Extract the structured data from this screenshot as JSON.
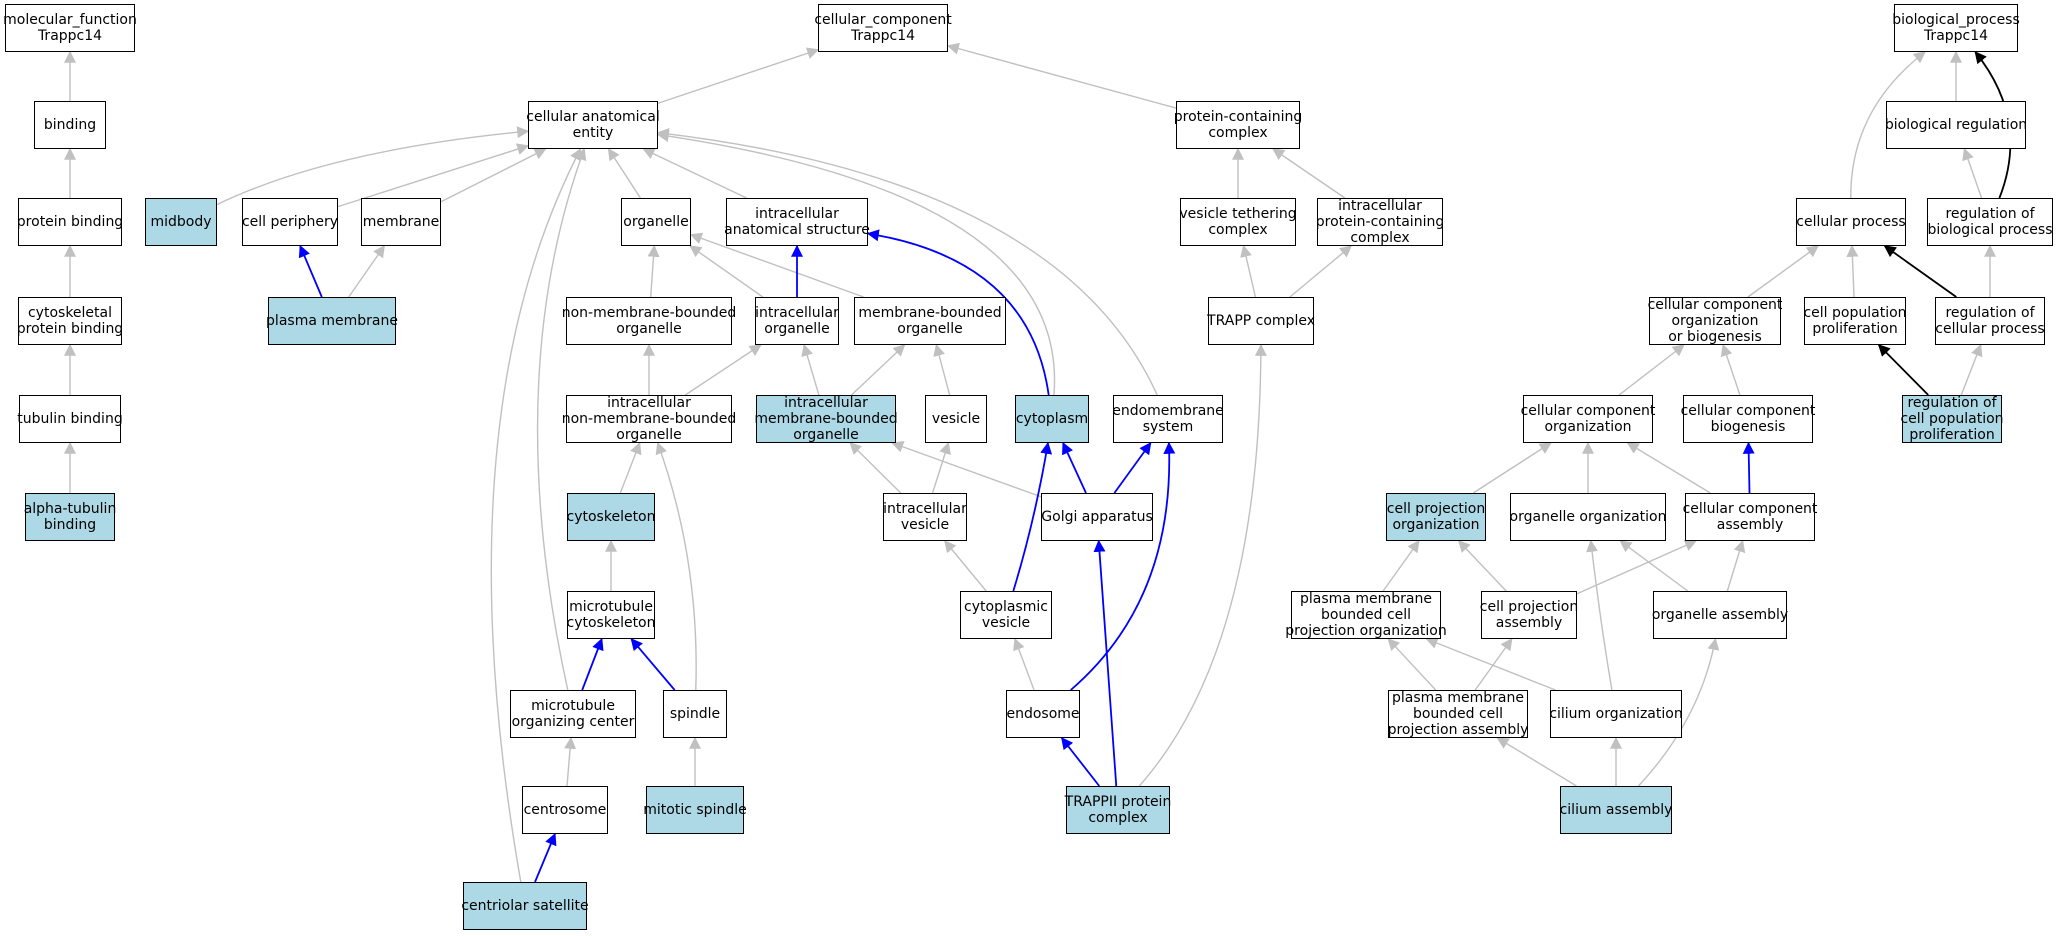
{
  "nodes": [
    {
      "id": "mf",
      "lines": [
        "molecular_function",
        "Trappc14"
      ],
      "hl": false
    },
    {
      "id": "binding",
      "lines": [
        "binding"
      ],
      "hl": false
    },
    {
      "id": "protein_binding",
      "lines": [
        "protein binding"
      ],
      "hl": false
    },
    {
      "id": "cytoskeletal_protein_binding",
      "lines": [
        "cytoskeletal",
        "protein binding"
      ],
      "hl": false
    },
    {
      "id": "tubulin_binding",
      "lines": [
        "tubulin binding"
      ],
      "hl": false
    },
    {
      "id": "alpha_tubulin_binding",
      "lines": [
        "alpha-tubulin",
        "binding"
      ],
      "hl": true
    },
    {
      "id": "cc",
      "lines": [
        "cellular_component",
        "Trappc14"
      ],
      "hl": false
    },
    {
      "id": "cellular_anatomical_entity",
      "lines": [
        "cellular anatomical",
        "entity"
      ],
      "hl": false
    },
    {
      "id": "midbody",
      "lines": [
        "midbody"
      ],
      "hl": true
    },
    {
      "id": "cell_periphery",
      "lines": [
        "cell periphery"
      ],
      "hl": false
    },
    {
      "id": "membrane",
      "lines": [
        "membrane"
      ],
      "hl": false
    },
    {
      "id": "plasma_membrane",
      "lines": [
        "plasma membrane"
      ],
      "hl": true
    },
    {
      "id": "organelle",
      "lines": [
        "organelle"
      ],
      "hl": false
    },
    {
      "id": "intracellular_anatomical_structure",
      "lines": [
        "intracellular",
        "anatomical structure"
      ],
      "hl": false
    },
    {
      "id": "non_membrane_bounded_organelle",
      "lines": [
        "non-membrane-bounded",
        "organelle"
      ],
      "hl": false
    },
    {
      "id": "intracellular_organelle",
      "lines": [
        "intracellular",
        "organelle"
      ],
      "hl": false
    },
    {
      "id": "membrane_bounded_organelle",
      "lines": [
        "membrane-bounded",
        "organelle"
      ],
      "hl": false
    },
    {
      "id": "intracellular_nmb_organelle",
      "lines": [
        "intracellular",
        "non-membrane-bounded",
        "organelle"
      ],
      "hl": false
    },
    {
      "id": "intracellular_mb_organelle",
      "lines": [
        "intracellular",
        "membrane-bounded",
        "organelle"
      ],
      "hl": true
    },
    {
      "id": "vesicle",
      "lines": [
        "vesicle"
      ],
      "hl": false
    },
    {
      "id": "cytoplasm",
      "lines": [
        "cytoplasm"
      ],
      "hl": true
    },
    {
      "id": "endomembrane_system",
      "lines": [
        "endomembrane",
        "system"
      ],
      "hl": false
    },
    {
      "id": "cytoskeleton",
      "lines": [
        "cytoskeleton"
      ],
      "hl": true
    },
    {
      "id": "intracellular_vesicle",
      "lines": [
        "intracellular",
        "vesicle"
      ],
      "hl": false
    },
    {
      "id": "golgi_apparatus",
      "lines": [
        "Golgi apparatus"
      ],
      "hl": false
    },
    {
      "id": "microtubule_cytoskeleton",
      "lines": [
        "microtubule",
        "cytoskeleton"
      ],
      "hl": false
    },
    {
      "id": "cytoplasmic_vesicle",
      "lines": [
        "cytoplasmic",
        "vesicle"
      ],
      "hl": false
    },
    {
      "id": "microtubule_organizing_center",
      "lines": [
        "microtubule",
        "organizing center"
      ],
      "hl": false
    },
    {
      "id": "spindle",
      "lines": [
        "spindle"
      ],
      "hl": false
    },
    {
      "id": "endosome",
      "lines": [
        "endosome"
      ],
      "hl": false
    },
    {
      "id": "centrosome",
      "lines": [
        "centrosome"
      ],
      "hl": false
    },
    {
      "id": "mitotic_spindle",
      "lines": [
        "mitotic spindle"
      ],
      "hl": true
    },
    {
      "id": "trappii_protein_complex",
      "lines": [
        "TRAPPII protein",
        "complex"
      ],
      "hl": true
    },
    {
      "id": "centriolar_satellite",
      "lines": [
        "centriolar satellite"
      ],
      "hl": true
    },
    {
      "id": "protein_containing_complex",
      "lines": [
        "protein-containing",
        "complex"
      ],
      "hl": false
    },
    {
      "id": "vesicle_tethering_complex",
      "lines": [
        "vesicle tethering",
        "complex"
      ],
      "hl": false
    },
    {
      "id": "intracellular_pc_complex",
      "lines": [
        "intracellular",
        "protein-containing",
        "complex"
      ],
      "hl": false
    },
    {
      "id": "trapp_complex",
      "lines": [
        "TRAPP complex"
      ],
      "hl": false
    },
    {
      "id": "bp",
      "lines": [
        "biological_process",
        "Trappc14"
      ],
      "hl": false
    },
    {
      "id": "biological_regulation",
      "lines": [
        "biological regulation"
      ],
      "hl": false
    },
    {
      "id": "cellular_process",
      "lines": [
        "cellular process"
      ],
      "hl": false
    },
    {
      "id": "regulation_of_biological_process",
      "lines": [
        "regulation of",
        "biological process"
      ],
      "hl": false
    },
    {
      "id": "cc_org_or_biogenesis",
      "lines": [
        "cellular component",
        "organization",
        "or biogenesis"
      ],
      "hl": false
    },
    {
      "id": "cell_population_proliferation",
      "lines": [
        "cell population",
        "proliferation"
      ],
      "hl": false
    },
    {
      "id": "regulation_of_cellular_process",
      "lines": [
        "regulation of",
        "cellular process"
      ],
      "hl": false
    },
    {
      "id": "cc_organization",
      "lines": [
        "cellular component",
        "organization"
      ],
      "hl": false
    },
    {
      "id": "cc_biogenesis",
      "lines": [
        "cellular component",
        "biogenesis"
      ],
      "hl": false
    },
    {
      "id": "regulation_of_cpp",
      "lines": [
        "regulation of",
        "cell population",
        "proliferation"
      ],
      "hl": true
    },
    {
      "id": "cell_projection_organization",
      "lines": [
        "cell projection",
        "organization"
      ],
      "hl": true
    },
    {
      "id": "organelle_organization",
      "lines": [
        "organelle organization"
      ],
      "hl": false
    },
    {
      "id": "cc_assembly",
      "lines": [
        "cellular component",
        "assembly"
      ],
      "hl": false
    },
    {
      "id": "pm_bounded_cell_projection_organization",
      "lines": [
        "plasma membrane",
        "bounded cell",
        "projection organization"
      ],
      "hl": false
    },
    {
      "id": "cell_projection_assembly",
      "lines": [
        "cell projection",
        "assembly"
      ],
      "hl": false
    },
    {
      "id": "organelle_assembly",
      "lines": [
        "organelle assembly"
      ],
      "hl": false
    },
    {
      "id": "pm_bounded_cell_projection_assembly",
      "lines": [
        "plasma membrane",
        "bounded cell",
        "projection assembly"
      ],
      "hl": false
    },
    {
      "id": "cilium_organization",
      "lines": [
        "cilium organization"
      ],
      "hl": false
    },
    {
      "id": "cilium_assembly",
      "lines": [
        "cilium assembly"
      ],
      "hl": true
    }
  ],
  "edges": [
    {
      "from": "binding",
      "to": "mf",
      "color": "gray"
    },
    {
      "from": "protein_binding",
      "to": "binding",
      "color": "gray"
    },
    {
      "from": "cytoskeletal_protein_binding",
      "to": "protein_binding",
      "color": "gray"
    },
    {
      "from": "tubulin_binding",
      "to": "cytoskeletal_protein_binding",
      "color": "gray"
    },
    {
      "from": "alpha_tubulin_binding",
      "to": "tubulin_binding",
      "color": "gray"
    },
    {
      "from": "cellular_anatomical_entity",
      "to": "cc",
      "color": "gray"
    },
    {
      "from": "protein_containing_complex",
      "to": "cc",
      "color": "gray"
    },
    {
      "from": "midbody",
      "to": "cellular_anatomical_entity",
      "color": "gray"
    },
    {
      "from": "cell_periphery",
      "to": "cellular_anatomical_entity",
      "color": "gray"
    },
    {
      "from": "membrane",
      "to": "cellular_anatomical_entity",
      "color": "gray"
    },
    {
      "from": "organelle",
      "to": "cellular_anatomical_entity",
      "color": "gray"
    },
    {
      "from": "intracellular_anatomical_structure",
      "to": "cellular_anatomical_entity",
      "color": "gray"
    },
    {
      "from": "cytoplasm",
      "to": "cellular_anatomical_entity",
      "color": "gray"
    },
    {
      "from": "endomembrane_system",
      "to": "cellular_anatomical_entity",
      "color": "gray"
    },
    {
      "from": "microtubule_organizing_center",
      "to": "cellular_anatomical_entity",
      "color": "gray"
    },
    {
      "from": "centriolar_satellite",
      "to": "cellular_anatomical_entity",
      "color": "gray"
    },
    {
      "from": "plasma_membrane",
      "to": "cell_periphery",
      "color": "blue"
    },
    {
      "from": "plasma_membrane",
      "to": "membrane",
      "color": "gray"
    },
    {
      "from": "non_membrane_bounded_organelle",
      "to": "organelle",
      "color": "gray"
    },
    {
      "from": "intracellular_organelle",
      "to": "organelle",
      "color": "gray"
    },
    {
      "from": "membrane_bounded_organelle",
      "to": "organelle",
      "color": "gray"
    },
    {
      "from": "intracellular_organelle",
      "to": "intracellular_anatomical_structure",
      "color": "blue"
    },
    {
      "from": "cytoplasm",
      "to": "intracellular_anatomical_structure",
      "color": "blue"
    },
    {
      "from": "intracellular_nmb_organelle",
      "to": "non_membrane_bounded_organelle",
      "color": "gray"
    },
    {
      "from": "intracellular_nmb_organelle",
      "to": "intracellular_organelle",
      "color": "gray"
    },
    {
      "from": "intracellular_mb_organelle",
      "to": "intracellular_organelle",
      "color": "gray"
    },
    {
      "from": "intracellular_mb_organelle",
      "to": "membrane_bounded_organelle",
      "color": "gray"
    },
    {
      "from": "vesicle",
      "to": "membrane_bounded_organelle",
      "color": "gray"
    },
    {
      "from": "cytoskeleton",
      "to": "intracellular_nmb_organelle",
      "color": "gray"
    },
    {
      "from": "spindle",
      "to": "intracellular_nmb_organelle",
      "color": "gray"
    },
    {
      "from": "intracellular_vesicle",
      "to": "intracellular_mb_organelle",
      "color": "gray"
    },
    {
      "from": "golgi_apparatus",
      "to": "intracellular_mb_organelle",
      "color": "gray"
    },
    {
      "from": "intracellular_vesicle",
      "to": "vesicle",
      "color": "gray"
    },
    {
      "from": "golgi_apparatus",
      "to": "cytoplasm",
      "color": "blue"
    },
    {
      "from": "cytoplasmic_vesicle",
      "to": "cytoplasm",
      "color": "blue"
    },
    {
      "from": "golgi_apparatus",
      "to": "endomembrane_system",
      "color": "blue"
    },
    {
      "from": "endosome",
      "to": "endomembrane_system",
      "color": "blue"
    },
    {
      "from": "microtubule_cytoskeleton",
      "to": "cytoskeleton",
      "color": "gray"
    },
    {
      "from": "cytoplasmic_vesicle",
      "to": "intracellular_vesicle",
      "color": "gray"
    },
    {
      "from": "trappii_protein_complex",
      "to": "golgi_apparatus",
      "color": "blue"
    },
    {
      "from": "microtubule_organizing_center",
      "to": "microtubule_cytoskeleton",
      "color": "blue"
    },
    {
      "from": "spindle",
      "to": "microtubule_cytoskeleton",
      "color": "blue"
    },
    {
      "from": "endosome",
      "to": "cytoplasmic_vesicle",
      "color": "gray"
    },
    {
      "from": "centrosome",
      "to": "microtubule_organizing_center",
      "color": "gray"
    },
    {
      "from": "mitotic_spindle",
      "to": "spindle",
      "color": "gray"
    },
    {
      "from": "trappii_protein_complex",
      "to": "endosome",
      "color": "blue"
    },
    {
      "from": "centriolar_satellite",
      "to": "centrosome",
      "color": "blue"
    },
    {
      "from": "vesicle_tethering_complex",
      "to": "protein_containing_complex",
      "color": "gray"
    },
    {
      "from": "intracellular_pc_complex",
      "to": "protein_containing_complex",
      "color": "gray"
    },
    {
      "from": "trapp_complex",
      "to": "vesicle_tethering_complex",
      "color": "gray"
    },
    {
      "from": "trapp_complex",
      "to": "intracellular_pc_complex",
      "color": "gray"
    },
    {
      "from": "trappii_protein_complex",
      "to": "trapp_complex",
      "color": "gray"
    },
    {
      "from": "biological_regulation",
      "to": "bp",
      "color": "gray"
    },
    {
      "from": "cellular_process",
      "to": "bp",
      "color": "gray"
    },
    {
      "from": "regulation_of_biological_process",
      "to": "bp",
      "color": "black"
    },
    {
      "from": "regulation_of_biological_process",
      "to": "biological_regulation",
      "color": "gray"
    },
    {
      "from": "cc_org_or_biogenesis",
      "to": "cellular_process",
      "color": "gray"
    },
    {
      "from": "cell_population_proliferation",
      "to": "cellular_process",
      "color": "gray"
    },
    {
      "from": "regulation_of_cellular_process",
      "to": "cellular_process",
      "color": "black"
    },
    {
      "from": "regulation_of_cellular_process",
      "to": "regulation_of_biological_process",
      "color": "gray"
    },
    {
      "from": "cc_organization",
      "to": "cc_org_or_biogenesis",
      "color": "gray"
    },
    {
      "from": "cc_biogenesis",
      "to": "cc_org_or_biogenesis",
      "color": "gray"
    },
    {
      "from": "regulation_of_cpp",
      "to": "cell_population_proliferation",
      "color": "black"
    },
    {
      "from": "regulation_of_cpp",
      "to": "regulation_of_cellular_process",
      "color": "gray"
    },
    {
      "from": "cell_projection_organization",
      "to": "cc_organization",
      "color": "gray"
    },
    {
      "from": "organelle_organization",
      "to": "cc_organization",
      "color": "gray"
    },
    {
      "from": "cc_assembly",
      "to": "cc_organization",
      "color": "gray"
    },
    {
      "from": "cc_assembly",
      "to": "cc_biogenesis",
      "color": "blue"
    },
    {
      "from": "pm_bounded_cell_projection_organization",
      "to": "cell_projection_organization",
      "color": "gray"
    },
    {
      "from": "cell_projection_assembly",
      "to": "cell_projection_organization",
      "color": "gray"
    },
    {
      "from": "cell_projection_assembly",
      "to": "cc_assembly",
      "color": "gray"
    },
    {
      "from": "organelle_assembly",
      "to": "organelle_organization",
      "color": "gray"
    },
    {
      "from": "organelle_assembly",
      "to": "cc_assembly",
      "color": "gray"
    },
    {
      "from": "cilium_organization",
      "to": "organelle_organization",
      "color": "gray"
    },
    {
      "from": "pm_bounded_cell_projection_assembly",
      "to": "pm_bounded_cell_projection_organization",
      "color": "gray"
    },
    {
      "from": "pm_bounded_cell_projection_assembly",
      "to": "cell_projection_assembly",
      "color": "gray"
    },
    {
      "from": "cilium_organization",
      "to": "pm_bounded_cell_projection_organization",
      "color": "gray"
    },
    {
      "from": "cilium_assembly",
      "to": "pm_bounded_cell_projection_assembly",
      "color": "gray"
    },
    {
      "from": "cilium_assembly",
      "to": "cilium_organization",
      "color": "gray"
    },
    {
      "from": "cilium_assembly",
      "to": "organelle_assembly",
      "color": "gray"
    }
  ],
  "colors": {
    "gray": "#c0c0c0",
    "blue": "#0000ff",
    "black": "#000000",
    "highlight": "#add8e6"
  }
}
